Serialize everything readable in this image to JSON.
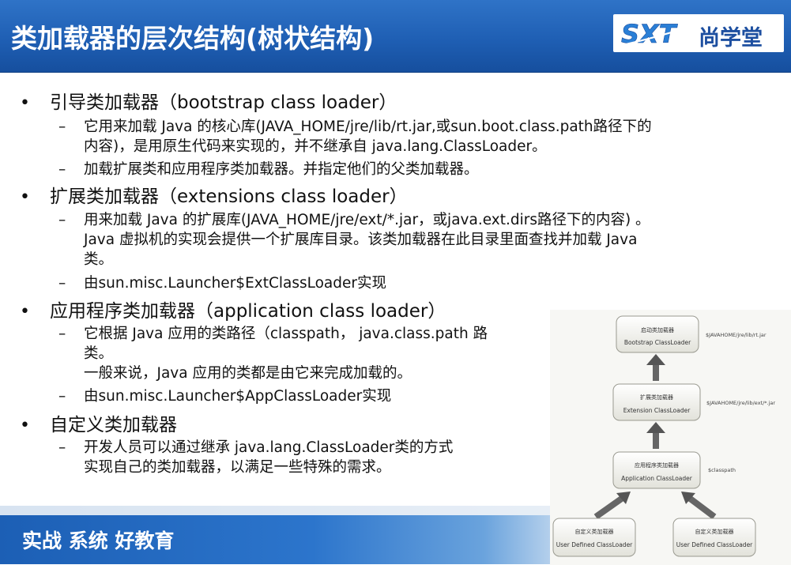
{
  "header": {
    "title": "类加载器的层次结构(树状结构)",
    "brand_name": "尚学堂",
    "brand_logo_text": "SXT",
    "background_color": "#1f5fb4"
  },
  "content": {
    "sections": [
      {
        "bullet": "•",
        "heading": "引导类加载器（bootstrap class loader）",
        "items": [
          "它用来加载 Java 的核心库(JAVA_HOME/jre/lib/rt.jar,或sun.boot.class.path路径下的\n内容)，是用原生代码来实现的，并不继承自 java.lang.ClassLoader。",
          "加载扩展类和应用程序类加载器。并指定他们的父类加载器。"
        ]
      },
      {
        "bullet": "•",
        "heading": "扩展类加载器（extensions class loader）",
        "items": [
          "用来加载 Java 的扩展库(JAVA_HOME/jre/ext/*.jar，或java.ext.dirs路径下的内容) 。\nJava 虚拟机的实现会提供一个扩展库目录。该类加载器在此目录里面查找并加载 Java\n类。",
          "由sun.misc.Launcher$ExtClassLoader实现"
        ]
      },
      {
        "bullet": "•",
        "heading": "应用程序类加载器（application class loader）",
        "items": [
          "它根据 Java 应用的类路径（classpath， java.class.path 路\n类。\n一般来说，Java 应用的类都是由它来完成加载的。",
          "由sun.misc.Launcher$AppClassLoader实现"
        ]
      },
      {
        "bullet": "•",
        "heading": "自定义类加载器",
        "items": [
          "开发人员可以通过继承 java.lang.ClassLoader类的方式\n实现自己的类加载器，以满足一些特殊的需求。"
        ]
      }
    ],
    "dash": "–"
  },
  "diagram": {
    "nodes": [
      {
        "cn": "启动类加载器",
        "en": "Bootstrap ClassLoader",
        "note": "$JAVAHOME/jre/lib/rt.jar"
      },
      {
        "cn": "扩展类加载器",
        "en": "Extension ClassLoader",
        "note": "$JAVAHOME/jre/lib/ext/*.jar"
      },
      {
        "cn": "应用程序类加载器",
        "en": "Application ClassLoader",
        "note": "$classpath"
      },
      {
        "cn": "自定义类加载器",
        "en": "User Defined ClassLoader",
        "note": ""
      },
      {
        "cn": "自定义类加载器",
        "en": "User Defined ClassLoader",
        "note": ""
      }
    ]
  },
  "footer": {
    "slogan": "实战 系统 好教育"
  }
}
